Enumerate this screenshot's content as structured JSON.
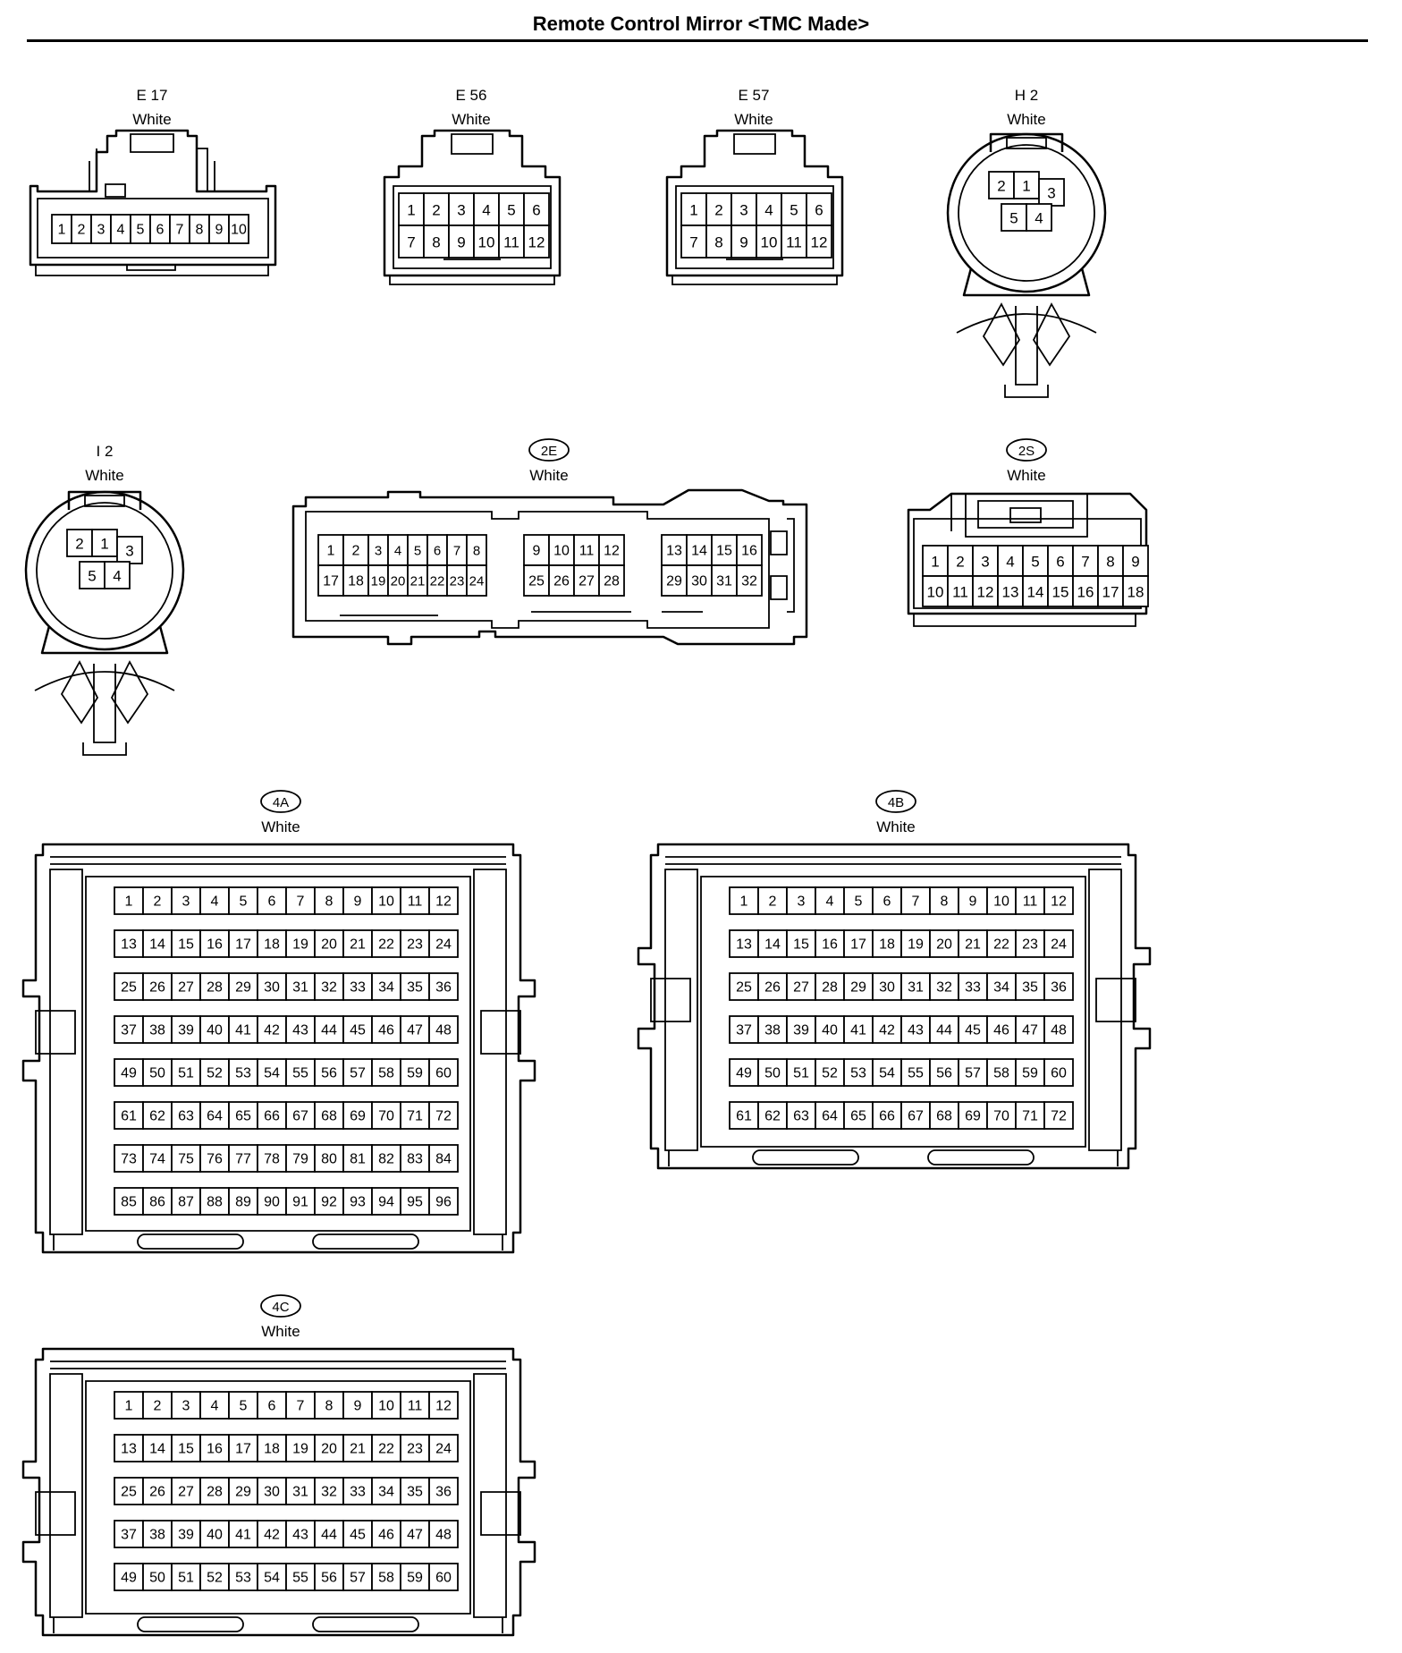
{
  "title": "Remote Control Mirror <TMC Made>",
  "connectors": [
    {
      "id": "e17",
      "name": "E 17",
      "circled": false,
      "color": "White",
      "rows": [
        [
          1,
          2,
          3,
          4,
          5,
          6,
          7,
          8,
          9,
          10
        ]
      ]
    },
    {
      "id": "e56",
      "name": "E 56",
      "circled": false,
      "color": "White",
      "rows": [
        [
          1,
          2,
          3,
          4,
          5,
          6
        ],
        [
          7,
          8,
          9,
          10,
          11,
          12
        ]
      ]
    },
    {
      "id": "e57",
      "name": "E 57",
      "circled": false,
      "color": "White",
      "rows": [
        [
          1,
          2,
          3,
          4,
          5,
          6
        ],
        [
          7,
          8,
          9,
          10,
          11,
          12
        ]
      ]
    },
    {
      "id": "h2",
      "name": "H 2",
      "circled": false,
      "color": "White",
      "pins": [
        2,
        1,
        3,
        5,
        4
      ]
    },
    {
      "id": "i2",
      "name": "I 2",
      "circled": false,
      "color": "White",
      "pins": [
        2,
        1,
        3,
        5,
        4
      ]
    },
    {
      "id": "c2e",
      "name": "2E",
      "circled": true,
      "color": "White",
      "blocks": [
        {
          "rows": [
            [
              1,
              2,
              3,
              4,
              5,
              6,
              7,
              8
            ],
            [
              17,
              18,
              19,
              20,
              21,
              22,
              23,
              24
            ]
          ]
        },
        {
          "rows": [
            [
              9,
              10,
              11,
              12
            ],
            [
              25,
              26,
              27,
              28
            ]
          ]
        },
        {
          "rows": [
            [
              13,
              14,
              15,
              16
            ],
            [
              29,
              30,
              31,
              32
            ]
          ]
        }
      ]
    },
    {
      "id": "c2s",
      "name": "2S",
      "circled": true,
      "color": "White",
      "rows": [
        [
          1,
          2,
          3,
          4,
          5,
          6,
          7,
          8,
          9
        ],
        [
          10,
          11,
          12,
          13,
          14,
          15,
          16,
          17,
          18
        ]
      ]
    },
    {
      "id": "c4a",
      "name": "4A",
      "circled": true,
      "color": "White",
      "pin_count": 96,
      "columns": 12
    },
    {
      "id": "c4b",
      "name": "4B",
      "circled": true,
      "color": "White",
      "pin_count": 72,
      "columns": 12
    },
    {
      "id": "c4c",
      "name": "4C",
      "circled": true,
      "color": "White",
      "pin_count": 60,
      "columns": 12
    }
  ]
}
